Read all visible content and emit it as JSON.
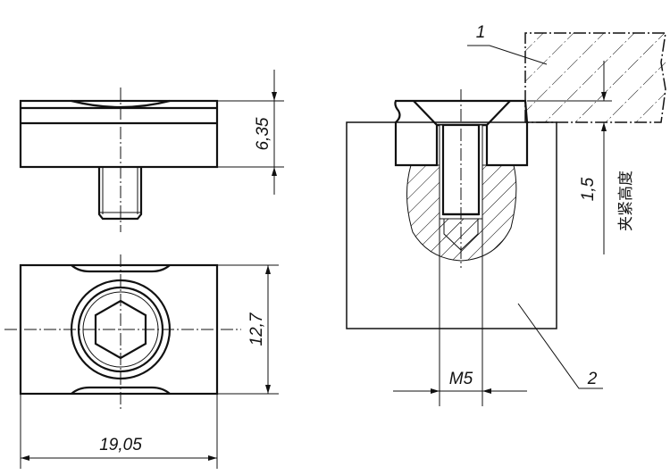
{
  "dimensions": {
    "height": "6,35",
    "width": "12,7",
    "length": "19,05",
    "thread": "M5",
    "clamp_value": "1,5",
    "clamp_label": "夹紧高度"
  },
  "callouts": {
    "part1": "1",
    "part2": "2"
  }
}
